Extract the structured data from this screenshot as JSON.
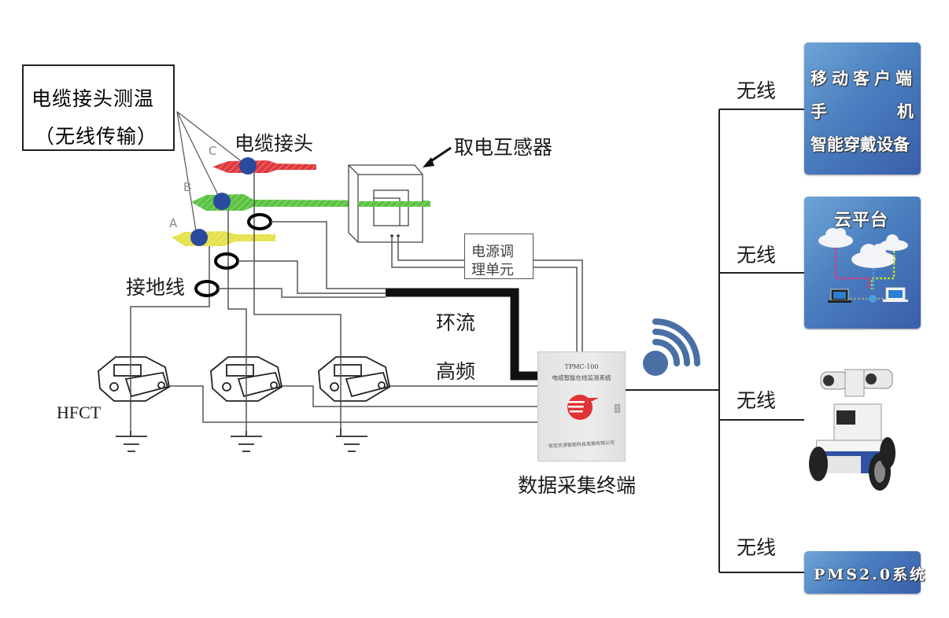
{
  "sensor_callout": {
    "line1": "电缆接头测温",
    "line2": "（无线传输）"
  },
  "labels": {
    "cable_joint": "电缆接头",
    "power_ct": "取电互感器",
    "psu_line1": "电源调",
    "psu_line2": "理单元",
    "grounding_wire": "接地线",
    "circulating_current": "环流",
    "high_frequency": "高频",
    "hfct": "HFCT",
    "terminal": "数据采集终端"
  },
  "phases": [
    {
      "name": "C",
      "color": "#e0393b"
    },
    {
      "name": "B",
      "color": "#5cc242"
    },
    {
      "name": "A",
      "color": "#e4e14a"
    }
  ],
  "terminal_device": {
    "model": "TPMC-100",
    "name": "电缆智能在线监测系统",
    "maker": "安定天源智能科技发展有限公司"
  },
  "wireless_links": [
    {
      "label": "无线",
      "target": "mobile"
    },
    {
      "label": "无线",
      "target": "cloud"
    },
    {
      "label": "无线",
      "target": "robot"
    },
    {
      "label": "无线",
      "target": "pms"
    }
  ],
  "targets": {
    "mobile": {
      "line1": "移动客户端",
      "line2_left": "手",
      "line2_right": "机",
      "line3": "智能穿戴设备"
    },
    "cloud": {
      "title": "云平台"
    },
    "pms": {
      "label": "PMS2.0系统"
    }
  },
  "colors": {
    "card_blue": "#4a7fc0",
    "wifi_blue": "#4a6fa5",
    "joint_dot": "#2a4aa0",
    "power_cable": "#111111"
  }
}
